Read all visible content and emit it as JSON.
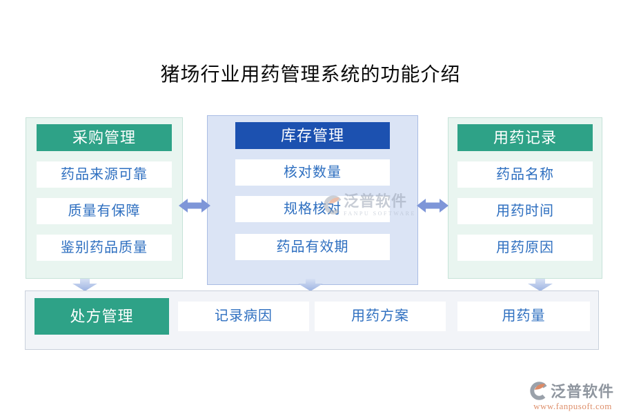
{
  "title": "猪场行业用药管理系统的功能介绍",
  "columns": [
    {
      "header": "采购管理",
      "items": [
        "药品来源可靠",
        "质量有保障",
        "鉴别药品质量"
      ]
    },
    {
      "header": "库存管理",
      "items": [
        "核对数量",
        "规格核对",
        "药品有效期"
      ]
    },
    {
      "header": "用药记录",
      "items": [
        "药品名称",
        "用药时间",
        "用药原因"
      ]
    }
  ],
  "bottom": {
    "header": "处方管理",
    "items": [
      "记录病因",
      "用药方案",
      "用药量"
    ]
  },
  "watermark_center": {
    "brand": "泛普软件",
    "sub": "FANPU SOFTWARE"
  },
  "watermark_corner": {
    "brand": "泛普软件",
    "url": "www.fanpusoft.com"
  },
  "colors": {
    "green": "#2ea287",
    "blue": "#1c51b0",
    "item_text": "#2e6fc0",
    "arrow": "#7e96d8",
    "panel_bg": "#f2f4f8",
    "green_panel_bg": "#e9f5f0",
    "blue_panel_bg": "#dbe4f5"
  }
}
